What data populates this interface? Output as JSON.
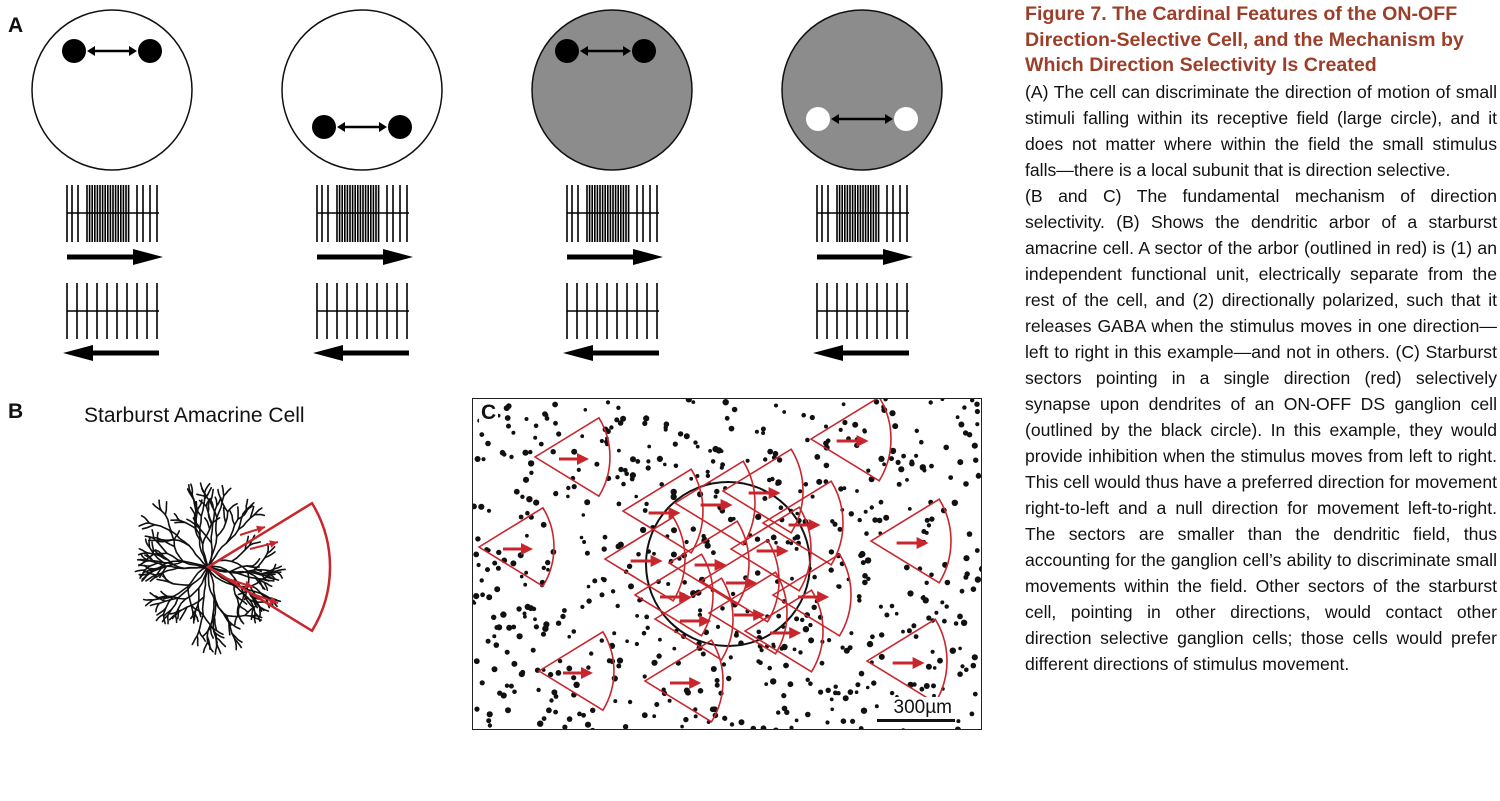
{
  "panels": {
    "a": {
      "letter": "A"
    },
    "b": {
      "letter": "B",
      "title": "Starburst Amacrine Cell"
    },
    "c": {
      "letter": "C",
      "scale_bar": "300µm"
    }
  },
  "stimulus_conditions": [
    {
      "background": "white",
      "dot_color": "black",
      "dot_position": "top"
    },
    {
      "background": "white",
      "dot_color": "black",
      "dot_position": "bottom"
    },
    {
      "background": "gray",
      "dot_color": "black",
      "dot_position": "top"
    },
    {
      "background": "gray",
      "dot_color": "white",
      "dot_position": "bottom"
    }
  ],
  "colors": {
    "accent_red": "#c8262c",
    "caption_title": "#9c3f2a",
    "gray_field": "#8c8c8c"
  },
  "caption": {
    "title": "Figure 7.  The Cardinal Features of the ON-OFF Direction-Selective Cell, and the Mechanism by Which Direction Selectivity Is Created",
    "para_a": "(A) The cell can discriminate the direction of motion of small stimuli falling within its receptive field (large circle), and it does not matter where within the field the small stimulus falls—there is a local subunit that is direction selective.",
    "para_bc": "(B and C) The fundamental mechanism of direction selectivity. (B) Shows the dendritic arbor of a starburst amacrine cell. A sector of the arbor (outlined in red) is (1) an independent functional unit, electrically separate from the rest of the cell, and (2) directionally polarized, such that it releases GABA when the stimulus moves in one direction—left to right in this example—and not in others. (C) Starburst sectors pointing in a single direction (red) selectively synapse upon dendrites of an ON-OFF DS ganglion cell (outlined by the black circle). In this example, they would provide inhibition when the stimulus moves from left to right. This cell would thus have a preferred direction for movement right-to-left and a null direction for movement left-to-right. The sectors are smaller than the dendritic field, thus accounting for the ganglion cell’s ability to discriminate small movements within the field. Other sectors of the starburst cell, pointing in other directions, would contact other direction selective ganglion cells; those cells would prefer different directions of stimulus movement."
  }
}
